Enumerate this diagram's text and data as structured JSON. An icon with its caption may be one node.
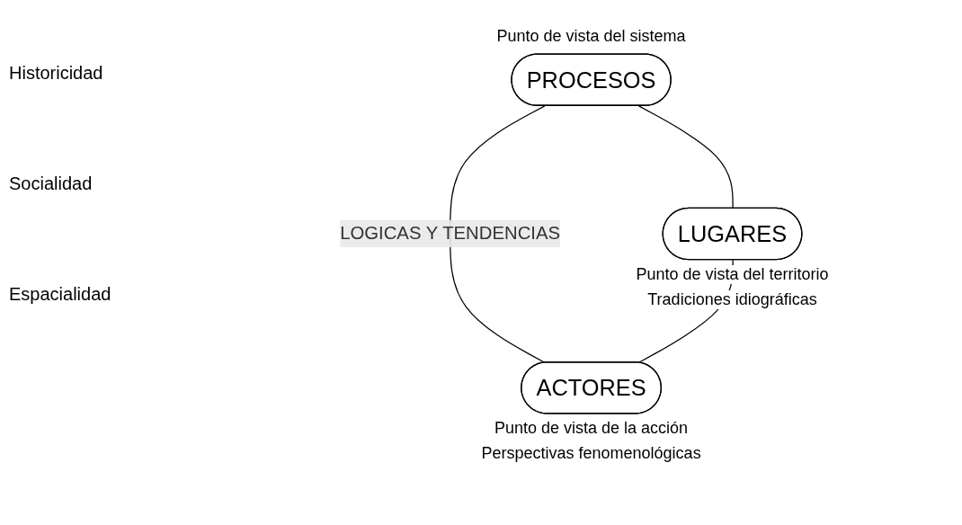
{
  "diagram": {
    "nodes": [
      {
        "text": [
          "PROCESOS"
        ],
        "beside": [
          "Punto de vista del sistema"
        ]
      },
      {
        "text": [
          "LUGARES"
        ],
        "beside": [
          "Punto de vista del territorio",
          "Tradiciones idiográficas"
        ]
      },
      {
        "text": [
          "ACTORES"
        ],
        "beside": [
          "Punto de vista de la acción",
          "Perspectivas fenomenológicas"
        ]
      }
    ],
    "edges": [
      {
        "from": 0,
        "to": 1,
        "arrow": "none"
      },
      {
        "from": 0,
        "to": 2,
        "arrow": "none",
        "label": "LOGICAS Y TENDENCIAS"
      },
      {
        "from": 1,
        "to": 2,
        "arrow": "none"
      }
    ],
    "labels": [
      "Historicidad",
      "Socialidad",
      "Espacialidad"
    ]
  }
}
